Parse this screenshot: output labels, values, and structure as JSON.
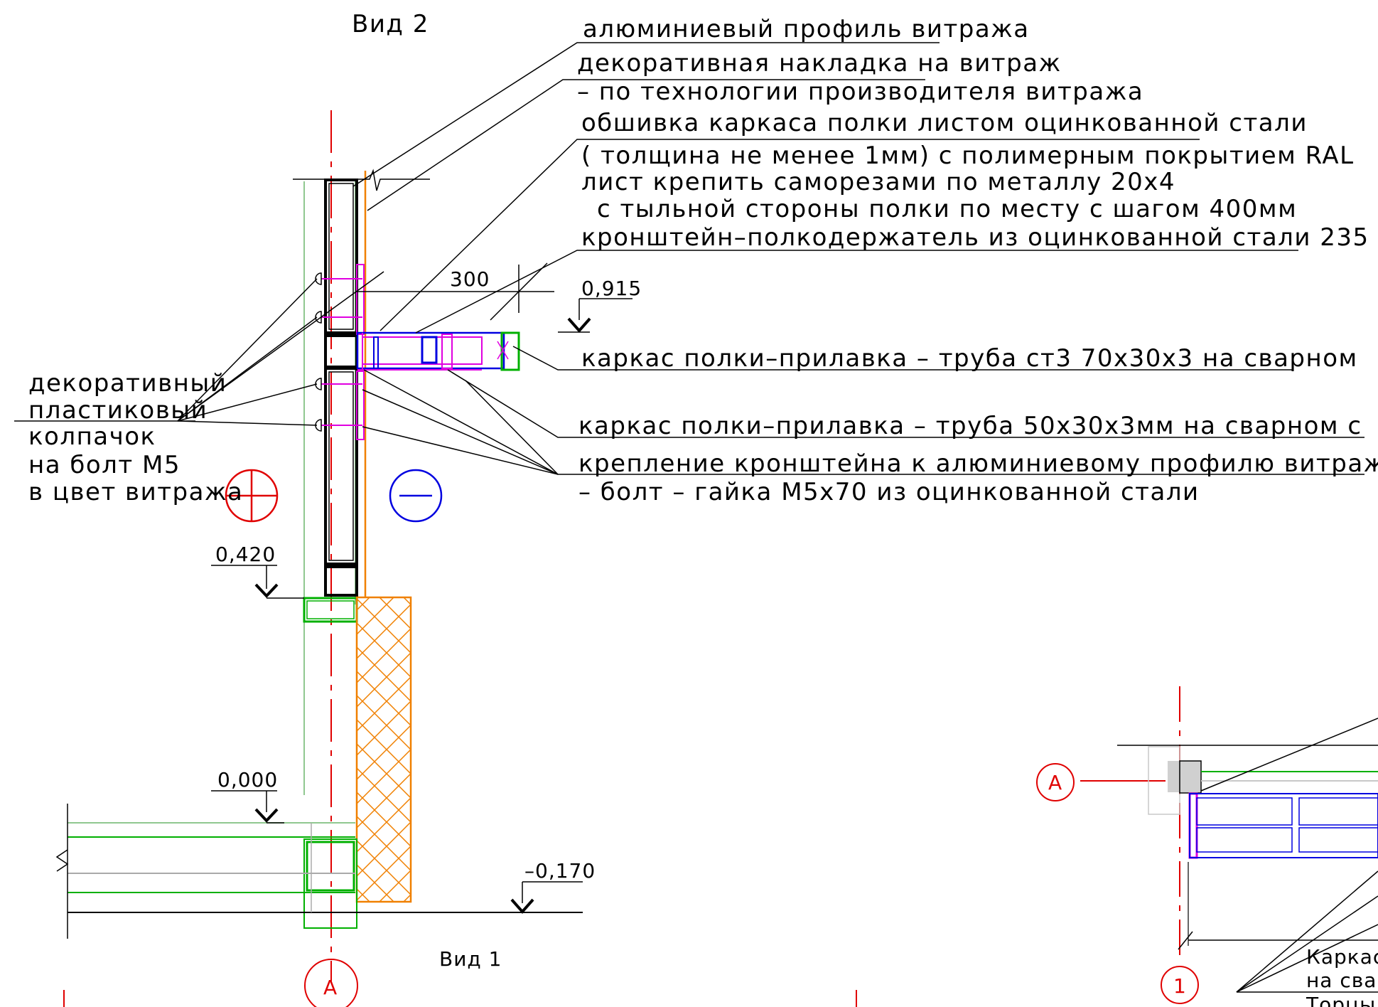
{
  "view_titles": {
    "top": "Вид 2",
    "bottom": "Вид 1"
  },
  "annotations": [
    "алюминиевый профиль витража",
    "декоративная накладка на витраж",
    "– по технологии производителя витража",
    "обшивка каркаса полки листом  оцинкованной стали",
    "( толщина не менее 1мм) с полимерным покрытием RAL",
    "лист крепить саморезами по металлу 20х4",
    "с тыльной стороны полки по месту с шагом 400мм",
    "кронштейн–полкодержатель из оцинкованной стали  235",
    "каркас полки–прилавка –  труба ст3 70х30х3 на сварном",
    "каркас полки–прилавка –  труба 50х30х3мм на сварном с",
    "крепление кронштейна к алюминиевому профилю витраж",
    "–  болт –  гайка М5х70 из оцинкованной стали"
  ],
  "left_note": [
    "декоративный",
    "пластиковый",
    "колпачок",
    "на болт М5",
    "в цвет витража"
  ],
  "levels": {
    "shelf_top": "0,915",
    "sill": "0,420",
    "floor": "0,000",
    "ground": "–0,170"
  },
  "dimension": "300",
  "axis_markers": {
    "main": "А",
    "detail_axis": "А",
    "detail_number": "1"
  },
  "detail_fragment_lines": [
    "Каркас",
    "на сва",
    "Торцы"
  ],
  "colors": {
    "axis_red": "#e00000",
    "profile_green": "#00b000",
    "bracket_magenta": "#e000e0",
    "tube_blue": "#0000e0",
    "insulation_orange": "#f08000",
    "light_green": "#90c890",
    "plus_sign": "red plus sign",
    "minus_sign": "blue minus sign"
  }
}
